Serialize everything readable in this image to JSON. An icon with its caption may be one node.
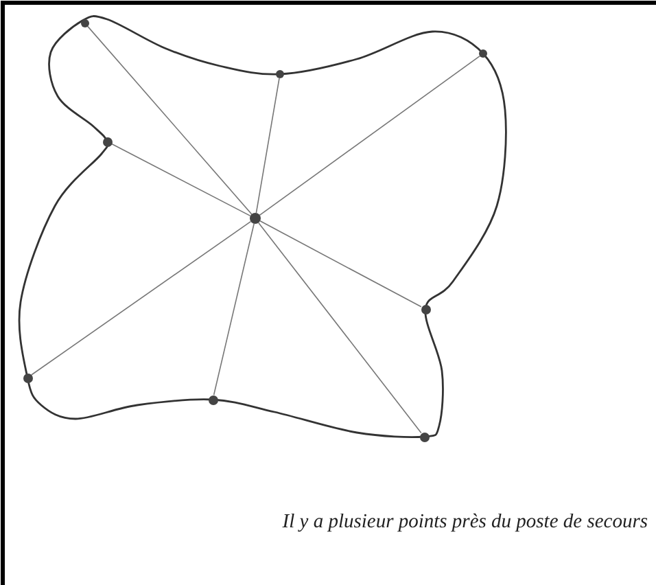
{
  "diagram": {
    "caption": "Il y a plusieur points près du poste de secours",
    "nodes": [
      {
        "text": [],
        "shape": "circle"
      },
      {
        "text": [],
        "shape": "circle"
      },
      {
        "text": [],
        "shape": "circle"
      },
      {
        "text": [],
        "shape": "circle"
      },
      {
        "text": [],
        "shape": "circle"
      },
      {
        "text": [],
        "shape": "circle"
      },
      {
        "text": [],
        "shape": "circle"
      },
      {
        "text": [],
        "shape": "circle"
      },
      {
        "text": [],
        "shape": "circle"
      }
    ],
    "edges": [
      {
        "from": 4,
        "to": 0,
        "arrow": "none"
      },
      {
        "from": 4,
        "to": 1,
        "arrow": "none"
      },
      {
        "from": 4,
        "to": 2,
        "arrow": "none"
      },
      {
        "from": 4,
        "to": 3,
        "arrow": "none"
      },
      {
        "from": 4,
        "to": 5,
        "arrow": "none"
      },
      {
        "from": 4,
        "to": 6,
        "arrow": "none"
      },
      {
        "from": 4,
        "to": 7,
        "arrow": "none"
      },
      {
        "from": 4,
        "to": 8,
        "arrow": "none"
      }
    ]
  }
}
